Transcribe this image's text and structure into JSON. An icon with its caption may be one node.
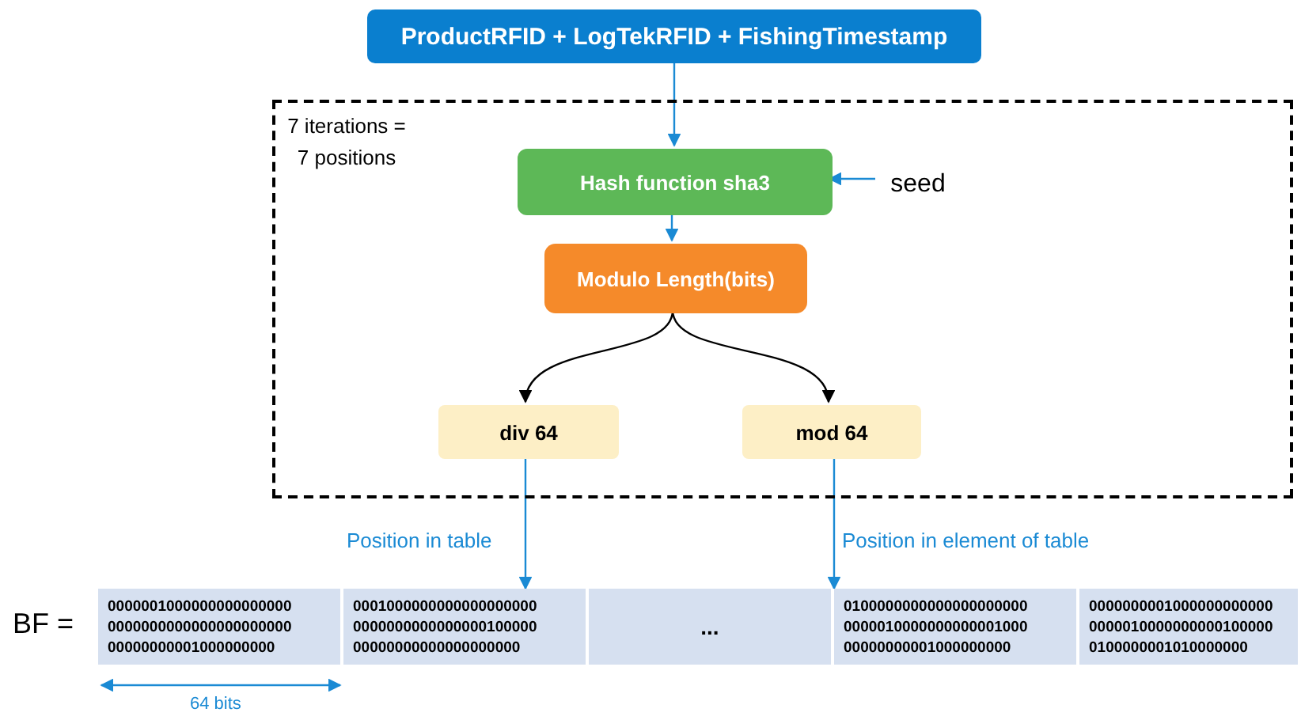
{
  "diagram": {
    "nodes": [
      {
        "text": [
          "ProductRFID + LogTekRFID + FishingTimestamp"
        ]
      },
      {
        "text": [
          "7 iterations = 7 positions"
        ]
      },
      {
        "text": [
          "Hash function sha3"
        ],
        "in": 1
      },
      {
        "text": [
          "seed"
        ],
        "in": 1
      },
      {
        "text": [
          "Modulo Length(bits)"
        ],
        "in": 1
      },
      {
        "text": [
          "div 64"
        ],
        "in": 1
      },
      {
        "text": [
          "mod 64"
        ],
        "in": 1
      },
      {
        "text": [
          "BF ="
        ]
      },
      {
        "text": [
          "0000001000000000000000 0000000000000000000000 00000000001000000000"
        ],
        "in": 7
      },
      {
        "text": [
          "0001000000000000000000 0000000000000000100000 00000000000000000000"
        ],
        "in": 7
      },
      {
        "text": [
          "..."
        ],
        "in": 7
      },
      {
        "text": [
          "0100000000000000000000 0000010000000000001000 00000000001000000000"
        ],
        "in": 7
      },
      {
        "text": [
          "0000000001000000000000 0000010000000000100000 0100000001010000000"
        ],
        "in": 7
      }
    ],
    "edges": [
      {
        "from": 0,
        "to": 2,
        "arrow": "to"
      },
      {
        "from": 3,
        "to": 2,
        "arrow": "to"
      },
      {
        "from": 2,
        "to": 4,
        "arrow": "to"
      },
      {
        "from": 4,
        "to": 5,
        "arrow": "to",
        "color": "#000000"
      },
      {
        "from": 4,
        "to": 6,
        "arrow": "to",
        "color": "#000000"
      },
      {
        "from": 5,
        "to": 9,
        "arrow": "to",
        "label": "Position in table"
      },
      {
        "from": 6,
        "to": 11,
        "arrow": "to",
        "label": "Position in element of table"
      }
    ],
    "labels": [
      "64 bits"
    ]
  }
}
